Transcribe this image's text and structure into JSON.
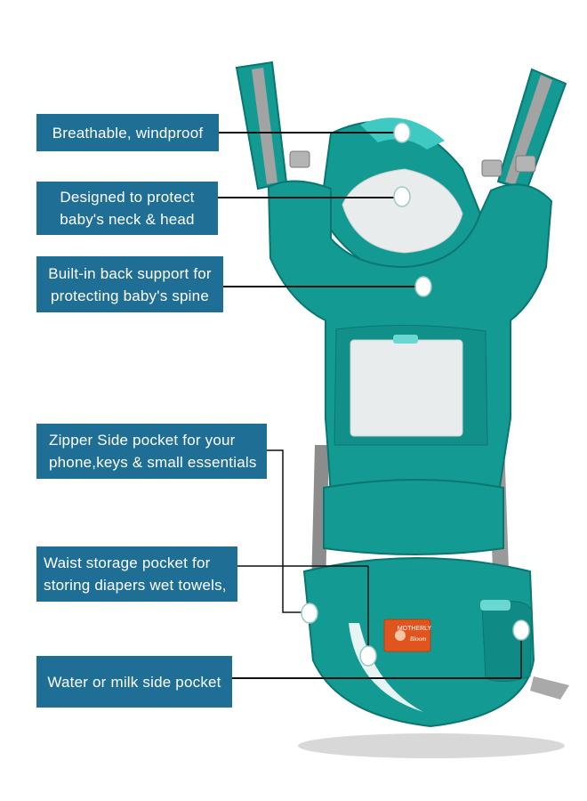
{
  "callouts": [
    {
      "id": "breathable",
      "lines": [
        "Breathable, windproof"
      ]
    },
    {
      "id": "neck-head",
      "lines": [
        "Designed to protect",
        "baby's neck & head"
      ]
    },
    {
      "id": "back-support",
      "lines": [
        "Built-in back support for",
        "protecting baby's spine"
      ]
    },
    {
      "id": "zipper-pocket",
      "lines": [
        "Zipper Side pocket for your",
        "phone,keys & small essentials"
      ]
    },
    {
      "id": "waist-pocket",
      "lines": [
        "Waist storage pocket for",
        "storing diapers wet towels,"
      ]
    },
    {
      "id": "bottle-pocket",
      "lines": [
        "Water or milk side pocket"
      ]
    }
  ],
  "brand_patch": {
    "lines": [
      "MOTHERLY",
      "Bloom"
    ]
  },
  "colors": {
    "label_bg": "#1f6e95",
    "carrier_teal": "#129a93",
    "carrier_dark": "#0b7670",
    "strap_gray": "#9a9a9a",
    "mesh": "#e9ecec",
    "patch": "#e0551f"
  }
}
